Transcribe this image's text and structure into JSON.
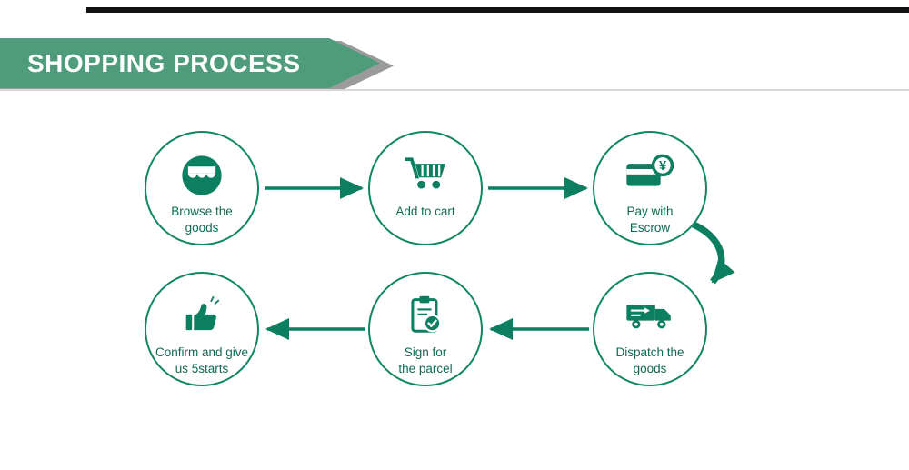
{
  "banner": {
    "title": "SHOPPING PROCESS"
  },
  "colors": {
    "banner_green": "#4f9c7c",
    "shadow_gray": "#9b9b9b",
    "accent_green": "#0b7f5f",
    "circle_border_green": "#0f8664",
    "label_green": "#0e6b53",
    "top_bar_black": "#121212",
    "divider_gray": "#d8d8d8"
  },
  "steps": [
    {
      "id": 1,
      "icon": "storefront-icon",
      "label_line1": "Browse the",
      "label_line2": "goods"
    },
    {
      "id": 2,
      "icon": "shopping-cart-icon",
      "label_line1": "Add to cart",
      "label_line2": ""
    },
    {
      "id": 3,
      "icon": "payment-card-icon",
      "label_line1": "Pay with",
      "label_line2": "Escrow"
    },
    {
      "id": 4,
      "icon": "delivery-truck-icon",
      "label_line1": "Dispatch the",
      "label_line2": "goods"
    },
    {
      "id": 5,
      "icon": "clipboard-check-icon",
      "label_line1": "Sign for",
      "label_line2": "the parcel"
    },
    {
      "id": 6,
      "icon": "thumbs-up-icon",
      "label_line1": "Confirm and give",
      "label_line2": "us 5starts"
    }
  ],
  "flow": {
    "row1_direction": "right",
    "row2_direction": "left",
    "connector": "curved-arrow-down-right-side"
  }
}
